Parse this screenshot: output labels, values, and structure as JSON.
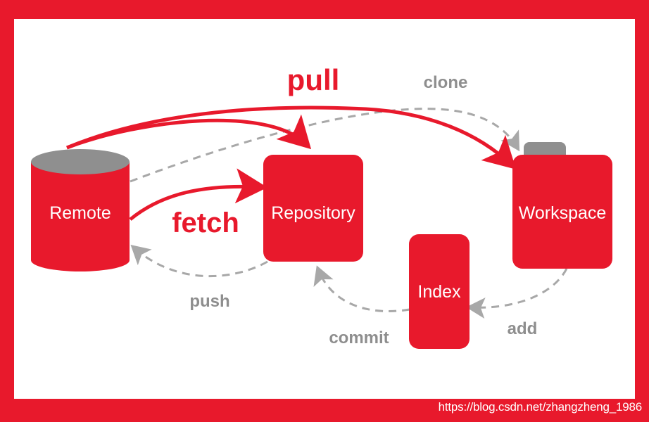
{
  "nodes": {
    "remote": "Remote",
    "repository": "Repository",
    "workspace": "Workspace",
    "index": "Index"
  },
  "operations": {
    "pull": "pull",
    "clone": "clone",
    "fetch": "fetch",
    "push": "push",
    "commit": "commit",
    "add": "add"
  },
  "watermark": "https://blog.csdn.net/zhangzheng_1986",
  "colors": {
    "brand_red": "#e8192c",
    "dashed_gray": "#a8a8a8",
    "label_gray": "#8e8e8e",
    "background": "#ffffff"
  }
}
